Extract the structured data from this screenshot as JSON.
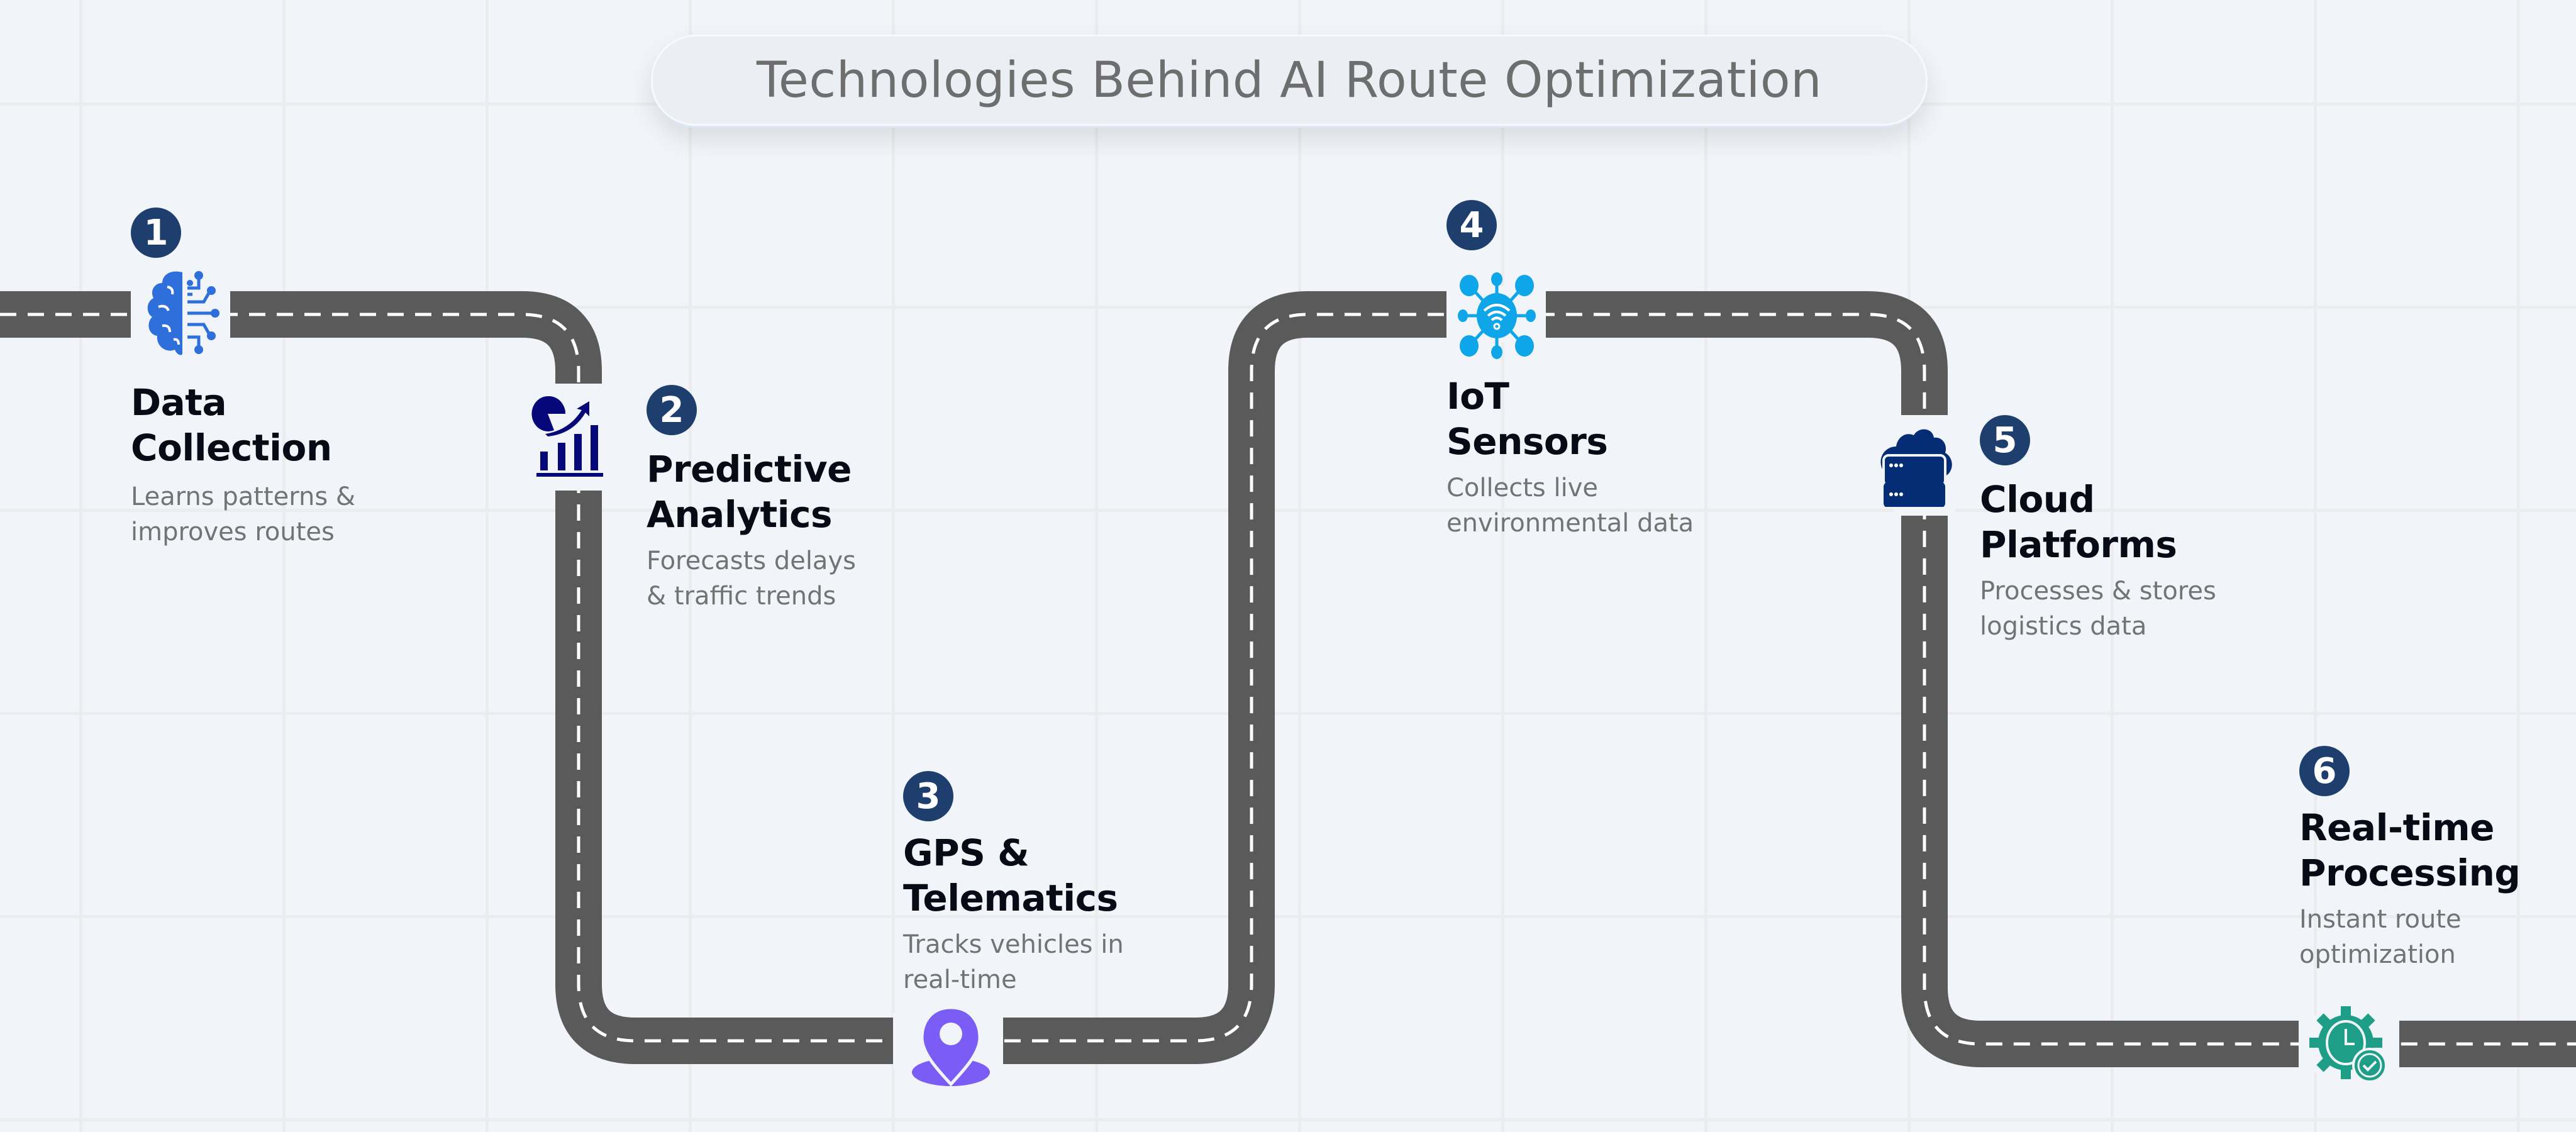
{
  "title": "Technologies Behind AI Route Optimization",
  "colors": {
    "background": "#f1f5f9",
    "road": "#5a5a5a",
    "road_marking": "#ffffff",
    "badge": "#1e3f6e",
    "heading": "#060b16",
    "description": "#737373",
    "title_text": "#6e6e6e"
  },
  "steps": [
    {
      "number": "1",
      "title_line1": "Data",
      "title_line2": "Collection",
      "desc_line1": "Learns patterns &",
      "desc_line2": "improves routes",
      "icon": "brain-circuit-icon",
      "icon_color": "#2f6fdc"
    },
    {
      "number": "2",
      "title_line1": "Predictive",
      "title_line2": "Analytics",
      "desc_line1": "Forecasts delays",
      "desc_line2": "& traffic trends",
      "icon": "analytics-chart-icon",
      "icon_color": "#06087a"
    },
    {
      "number": "3",
      "title_line1": "GPS &",
      "title_line2": "Telematics",
      "desc_line1": "Tracks vehicles in",
      "desc_line2": "real-time",
      "icon": "location-pin-icon",
      "icon_color": "#7b5cf5"
    },
    {
      "number": "4",
      "title_line1": "IoT",
      "title_line2": "Sensors",
      "desc_line1": "Collects live",
      "desc_line2": "environmental data",
      "icon": "iot-network-icon",
      "icon_color": "#0ea5e9"
    },
    {
      "number": "5",
      "title_line1": "Cloud",
      "title_line2": "Platforms",
      "desc_line1": "Processes & stores",
      "desc_line2": "logistics data",
      "icon": "cloud-server-icon",
      "icon_color": "#052d75"
    },
    {
      "number": "6",
      "title_line1": "Real-time",
      "title_line2": "Processing",
      "desc_line1": "Instant route",
      "desc_line2": "optimization",
      "icon": "gear-clock-check-icon",
      "icon_color": "#1f9e87"
    }
  ]
}
